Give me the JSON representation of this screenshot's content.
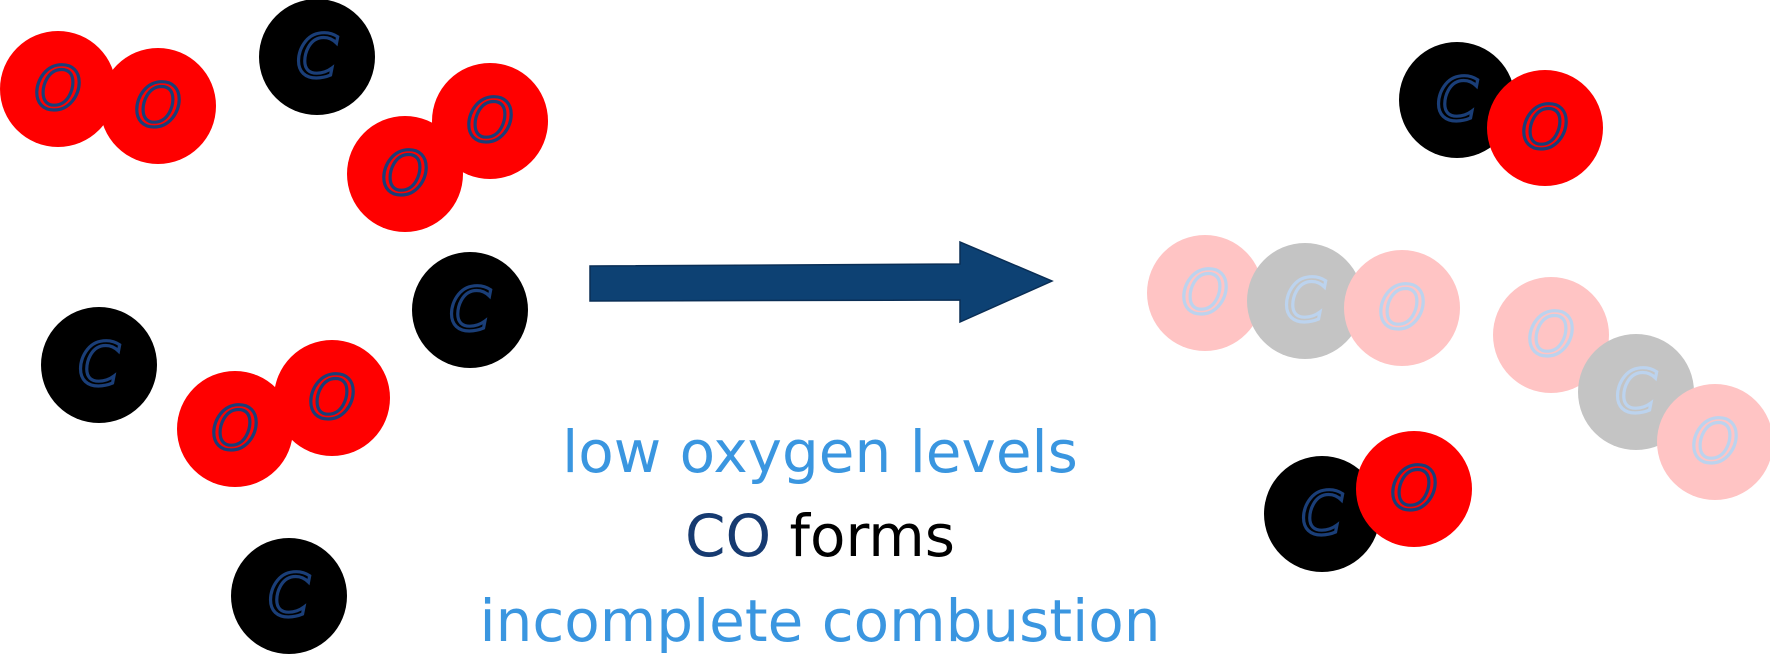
{
  "colors": {
    "oxygen": "#ff0000",
    "carbon": "#000000",
    "oxygen_faded": "#ffc4c4",
    "carbon_faded": "#c4c4c4",
    "letter": "#1a3e78",
    "letter_faded": "#bcd3ee",
    "arrow": "#0d4173",
    "caption_light": "#3a96e0",
    "caption_dark": "#163a70"
  },
  "reactants": [
    {
      "molecule": "O2",
      "atoms": [
        {
          "element": "O",
          "label": "O"
        },
        {
          "element": "O",
          "label": "O"
        }
      ]
    },
    {
      "molecule": "C",
      "atoms": [
        {
          "element": "C",
          "label": "C"
        }
      ]
    },
    {
      "molecule": "O2",
      "atoms": [
        {
          "element": "O",
          "label": "O"
        },
        {
          "element": "O",
          "label": "O"
        }
      ]
    },
    {
      "molecule": "C",
      "atoms": [
        {
          "element": "C",
          "label": "C"
        }
      ]
    },
    {
      "molecule": "C",
      "atoms": [
        {
          "element": "C",
          "label": "C"
        }
      ]
    },
    {
      "molecule": "O2",
      "atoms": [
        {
          "element": "O",
          "label": "O"
        },
        {
          "element": "O",
          "label": "O"
        }
      ]
    },
    {
      "molecule": "C",
      "atoms": [
        {
          "element": "C",
          "label": "C"
        }
      ]
    }
  ],
  "products": [
    {
      "molecule": "CO",
      "faded": false,
      "atoms": [
        {
          "element": "C",
          "label": "C"
        },
        {
          "element": "O",
          "label": "O"
        }
      ]
    },
    {
      "molecule": "CO2",
      "faded": true,
      "atoms": [
        {
          "element": "O",
          "label": "O"
        },
        {
          "element": "C",
          "label": "C"
        },
        {
          "element": "O",
          "label": "O"
        }
      ]
    },
    {
      "molecule": "CO2",
      "faded": true,
      "atoms": [
        {
          "element": "O",
          "label": "O"
        },
        {
          "element": "C",
          "label": "C"
        },
        {
          "element": "O",
          "label": "O"
        }
      ]
    },
    {
      "molecule": "CO",
      "faded": false,
      "atoms": [
        {
          "element": "C",
          "label": "C"
        },
        {
          "element": "O",
          "label": "O"
        }
      ]
    }
  ],
  "captions": {
    "line1": "low oxygen levels",
    "line2_co": "CO",
    "line2_rest": " forms",
    "line3": "incomplete combustion"
  }
}
